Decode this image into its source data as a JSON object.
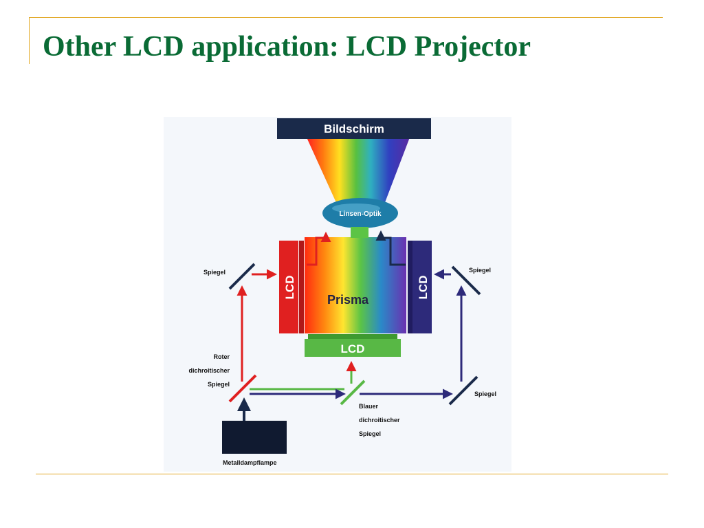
{
  "slide": {
    "title": "Other LCD application: LCD Projector"
  },
  "diagram": {
    "screen_label": "Bildschirm",
    "lens_label": "Linsen-Optik",
    "lcd_red_label": "LCD",
    "lcd_blue_label": "LCD",
    "lcd_green_label": "LCD",
    "prism_label": "Prisma",
    "mirror_left_label": "Spiegel",
    "mirror_right_top_label": "Spiegel",
    "mirror_right_bottom_label": "Spiegel",
    "red_dichroic_label": [
      "Roter",
      "dichroitischer",
      "Spiegel"
    ],
    "blue_dichroic_label": [
      "Blauer",
      "dichroitischer",
      "Spiegel"
    ],
    "lamp_label": "Metalldampflampe",
    "colors": {
      "red": "#e02020",
      "green": "#58b845",
      "blue": "#2d2a7a",
      "navy": "#1a2a4a",
      "lens": "#1e7da8",
      "title_green": "#0a6b35",
      "frame_gold": "#e2a825"
    }
  }
}
